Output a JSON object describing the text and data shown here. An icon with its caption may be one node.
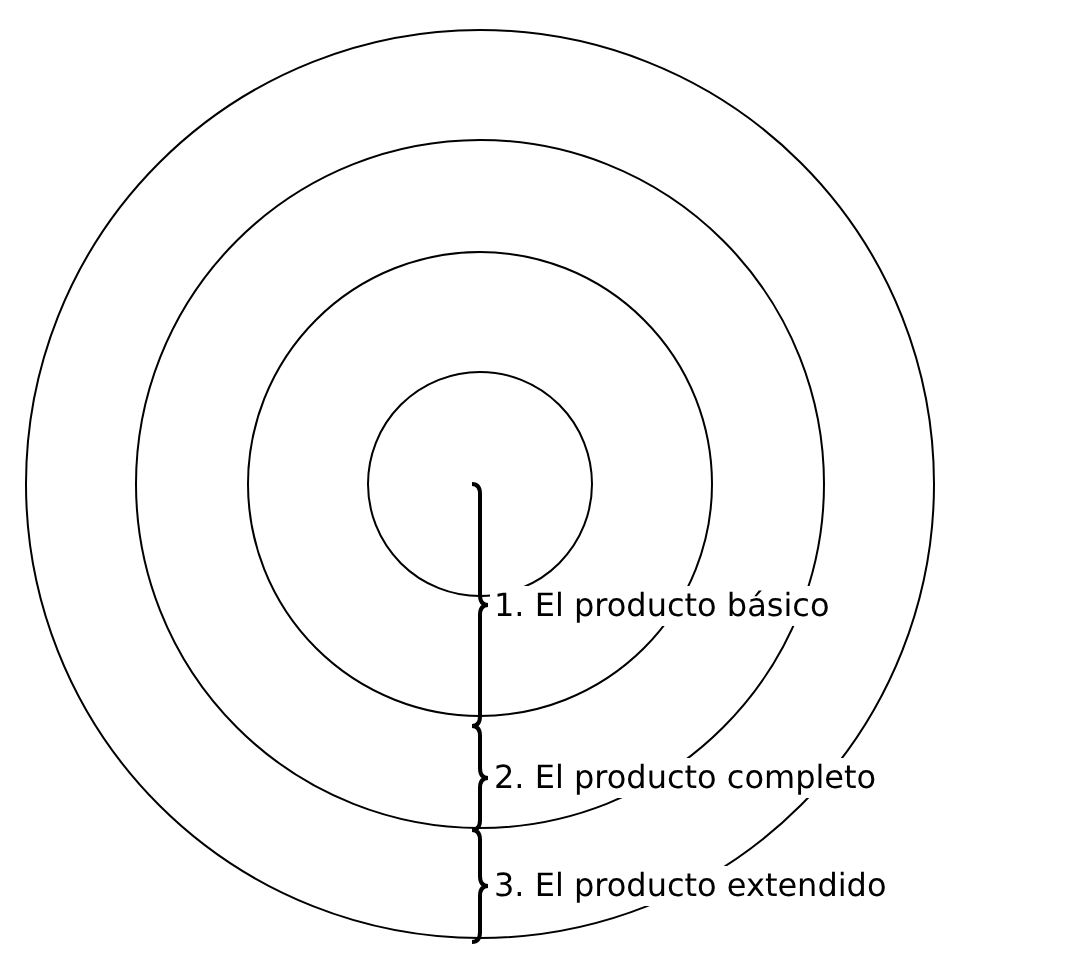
{
  "diagram": {
    "labels": [
      "1. El producto básico",
      "2. El producto completo",
      "3. El producto extendido"
    ]
  }
}
